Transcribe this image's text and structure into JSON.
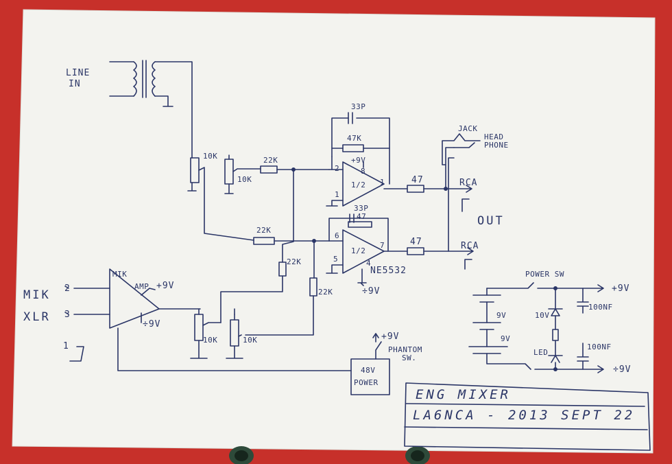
{
  "colors": {
    "ink": "#2a3566",
    "paper": "#f3f3ef",
    "background": "#c7302a",
    "clip": "#2e4a3a"
  },
  "input": {
    "line_in": [
      "LINE",
      "IN"
    ],
    "mik": "MIK",
    "mik_pin": "2",
    "xlr": "XLR",
    "xlr_pin": "3",
    "ground_pin": "1"
  },
  "components": {
    "pot_top_left": "10K",
    "pot_top_right": "10K",
    "r_22k_top": "22K",
    "r_22k_bottom": "22K",
    "r_22k_vertical": "22K",
    "r_22k_right_vertical": "22K",
    "pot_bottom_left": "10K",
    "pot_bottom_right": "10K",
    "cap_33p_top": "33P",
    "r_47k_top": "47K",
    "cap_33p_bottom": "33P",
    "r_47k_bottom": "47",
    "r_47_out_top": "47",
    "r_47_out_bottom": "47",
    "opamp_top_half": "1/2",
    "opamp_bottom_half": "1/2",
    "opamp_part": "NE5532"
  },
  "pins": {
    "top_pin2": "2",
    "top_pin3": "1",
    "top_pin8": "8",
    "top_pin1": "1",
    "top_plus9": "+9V",
    "bot_pin6": "6",
    "bot_pin5": "5",
    "bot_pin4": "4",
    "bot_pin7": "7",
    "bot_minus9": "÷9V"
  },
  "amp": {
    "amp_label": [
      "MIK",
      "AMP"
    ],
    "plus9": "+9V",
    "minus9": "÷9V"
  },
  "outputs": {
    "jack": "JACK",
    "headphone": [
      "HEAD",
      "PHONE"
    ],
    "rca_top": "RCA",
    "rca_bottom": "RCA",
    "out": "OUT"
  },
  "phantom": {
    "plus9": "+9V",
    "sw_label": [
      "PHANTOM",
      "SW."
    ],
    "power_box": [
      "48V",
      "POWER"
    ]
  },
  "power": {
    "power_sw": "POWER SW",
    "plus9": "+9V",
    "minus9": "÷9V",
    "batt_top": "9V",
    "batt_bottom": "9V",
    "zener": "10V",
    "led": "LED",
    "cap_top": "100NF",
    "cap_bottom": "100NF"
  },
  "title_block": {
    "line1": "ENG  MIXER",
    "line2": "LA6NCA  - 2013  SEPT 22"
  }
}
